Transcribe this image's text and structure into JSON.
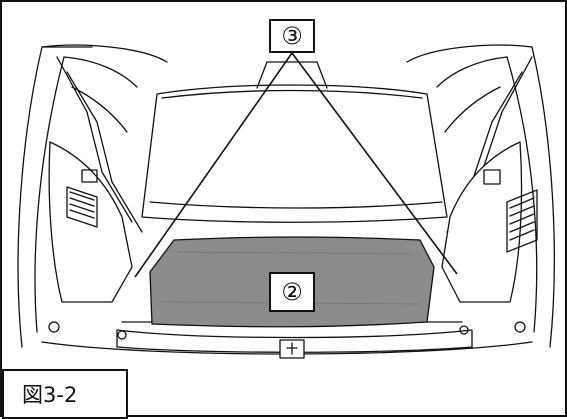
{
  "figure": {
    "label": "図3-2"
  },
  "callouts": {
    "seat": "③",
    "mat": "②"
  },
  "colors": {
    "line": "#111111",
    "mat_fill": "#8c8c8c",
    "background": "#ffffff"
  }
}
